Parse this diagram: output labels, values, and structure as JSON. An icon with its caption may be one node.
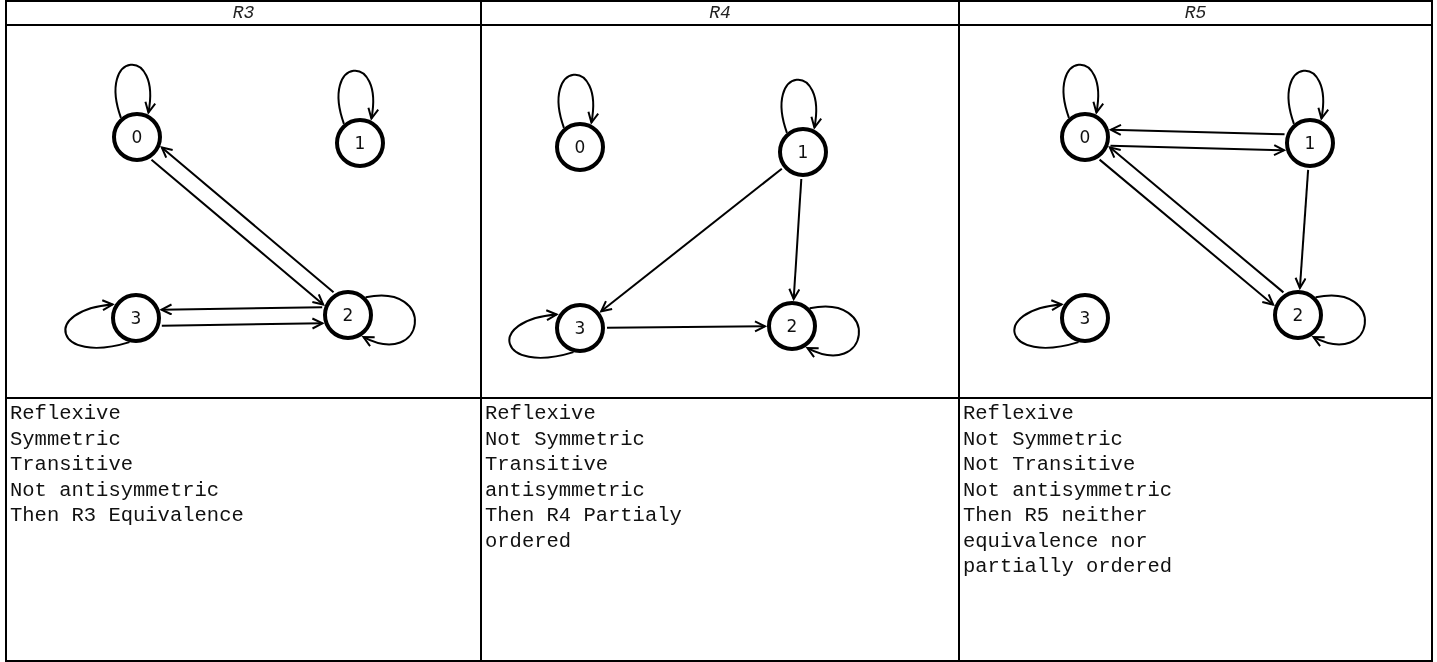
{
  "diagram": {
    "nodes": [
      {
        "text": [
          "0"
        ]
      },
      {
        "text": [
          "1"
        ]
      },
      {
        "text": [
          "2"
        ]
      },
      {
        "text": [
          "3"
        ]
      },
      {
        "text": [
          "0"
        ]
      },
      {
        "text": [
          "1"
        ]
      },
      {
        "text": [
          "2"
        ]
      },
      {
        "text": [
          "3"
        ]
      },
      {
        "text": [
          "0"
        ]
      },
      {
        "text": [
          "1"
        ]
      },
      {
        "text": [
          "2"
        ]
      },
      {
        "text": [
          "3"
        ]
      }
    ],
    "edges": [
      {
        "from": 0,
        "to": 0,
        "arrow": "to"
      },
      {
        "from": 1,
        "to": 1,
        "arrow": "to"
      },
      {
        "from": 2,
        "to": 2,
        "arrow": "to"
      },
      {
        "from": 3,
        "to": 3,
        "arrow": "to"
      },
      {
        "from": 0,
        "to": 2,
        "arrow": "to"
      },
      {
        "from": 2,
        "to": 0,
        "arrow": "to"
      },
      {
        "from": 3,
        "to": 2,
        "arrow": "to"
      },
      {
        "from": 2,
        "to": 3,
        "arrow": "to"
      },
      {
        "from": 4,
        "to": 4,
        "arrow": "to"
      },
      {
        "from": 5,
        "to": 5,
        "arrow": "to"
      },
      {
        "from": 6,
        "to": 6,
        "arrow": "to"
      },
      {
        "from": 7,
        "to": 7,
        "arrow": "to"
      },
      {
        "from": 5,
        "to": 7,
        "arrow": "to"
      },
      {
        "from": 5,
        "to": 6,
        "arrow": "to"
      },
      {
        "from": 7,
        "to": 6,
        "arrow": "to"
      },
      {
        "from": 8,
        "to": 8,
        "arrow": "to"
      },
      {
        "from": 9,
        "to": 9,
        "arrow": "to"
      },
      {
        "from": 10,
        "to": 10,
        "arrow": "to"
      },
      {
        "from": 11,
        "to": 11,
        "arrow": "to"
      },
      {
        "from": 8,
        "to": 9,
        "arrow": "to"
      },
      {
        "from": 9,
        "to": 8,
        "arrow": "to"
      },
      {
        "from": 8,
        "to": 10,
        "arrow": "to"
      },
      {
        "from": 10,
        "to": 8,
        "arrow": "to"
      },
      {
        "from": 9,
        "to": 10,
        "arrow": "to"
      }
    ],
    "labels": [
      "R3",
      "R4",
      "R5",
      "Reflexive",
      "Symmetric",
      "Transitive",
      "Not antisymmetric",
      "Then R3 Equivalence",
      "Reflexive",
      "Not Symmetric",
      "Transitive",
      "antisymmetric",
      "Then R4 Partialy ordered",
      "Reflexive",
      "Not Symmetric",
      "Not Transitive",
      "Not antisymmetric",
      "Then R5 neither equivalence nor partially ordered"
    ]
  }
}
